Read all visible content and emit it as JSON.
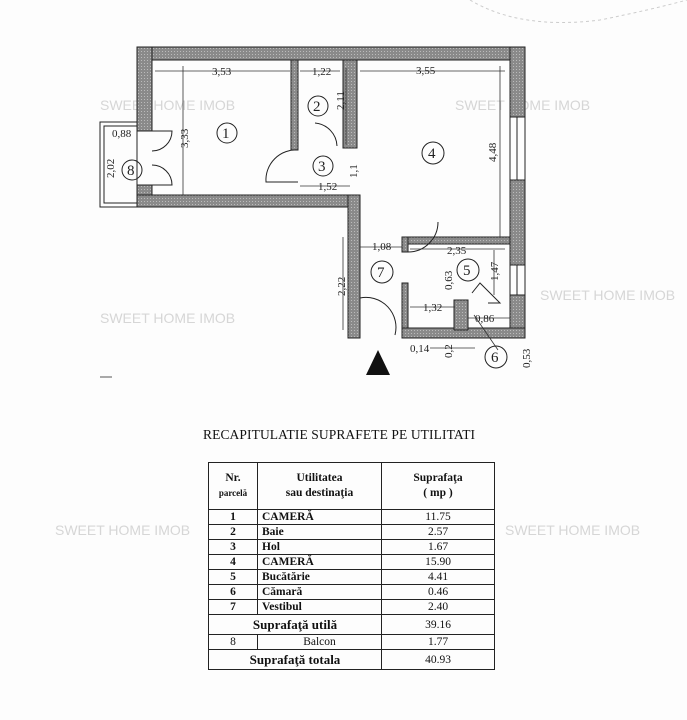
{
  "watermark": "SWEET HOME IMOB",
  "plan": {
    "dimensions": [
      "3,53",
      "1,22",
      "3,55",
      "2,11",
      "3,33",
      "0,88",
      "2,02",
      "1,1",
      "1,52",
      "4,48",
      "1,08",
      "2,35",
      "2,22",
      "0,63",
      "1,47",
      "1,32",
      "0,86",
      "0,14",
      "0,2",
      "0,53"
    ],
    "room_numbers": [
      "1",
      "2",
      "3",
      "4",
      "5",
      "6",
      "7",
      "8"
    ]
  },
  "summary": {
    "title": "RECAPITULATIE SUPRAFETE PE UTILITATI",
    "headers": {
      "nr": "Nr.",
      "nr_sub": "parcelă",
      "util": "Utilitatea",
      "util_sub": "sau destinaţia",
      "area": "Suprafaţa",
      "area_sub": "( mp )"
    },
    "rows": [
      {
        "nr": "1",
        "name": "CAMERĂ",
        "area": "11.75"
      },
      {
        "nr": "2",
        "name": "Baie",
        "area": "2.57"
      },
      {
        "nr": "3",
        "name": "Hol",
        "area": "1.67"
      },
      {
        "nr": "4",
        "name": "CAMERĂ",
        "area": "15.90"
      },
      {
        "nr": "5",
        "name": "Bucătărie",
        "area": "4.41"
      },
      {
        "nr": "6",
        "name": "Cămară",
        "area": "0.46"
      },
      {
        "nr": "7",
        "name": "Vestibul",
        "area": "2.40"
      }
    ],
    "useful_label": "Suprafaţă utilă",
    "useful_value": "39.16",
    "balcony": {
      "nr": "8",
      "name": "Balcon",
      "area": "1.77"
    },
    "total_label": "Suprafaţă totala",
    "total_value": "40.93"
  }
}
